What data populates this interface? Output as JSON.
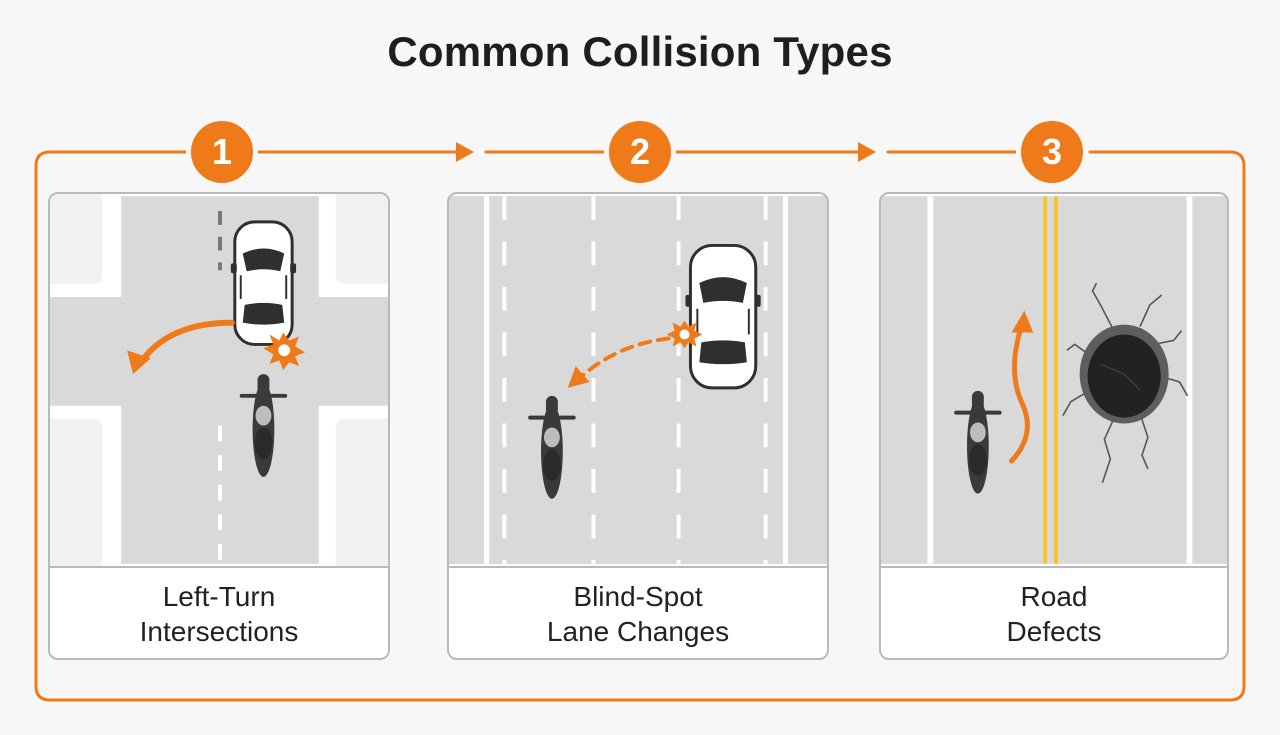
{
  "title": "Common Collision Types",
  "accent_color": "#ef7a1a",
  "steps": [
    {
      "number": "1",
      "caption_line1": "Left-Turn",
      "caption_line2": "Intersections",
      "scene_icons": [
        "car-icon",
        "motorcycle-icon",
        "turn-arrow-icon",
        "impact-burst-icon"
      ]
    },
    {
      "number": "2",
      "caption_line1": "Blind-Spot",
      "caption_line2": "Lane Changes",
      "scene_icons": [
        "car-icon",
        "motorcycle-icon",
        "lane-change-arrow-icon",
        "impact-burst-icon"
      ]
    },
    {
      "number": "3",
      "caption_line1": "Road",
      "caption_line2": "Defects",
      "scene_icons": [
        "motorcycle-icon",
        "swerve-arrow-icon",
        "pothole-icon"
      ]
    }
  ]
}
